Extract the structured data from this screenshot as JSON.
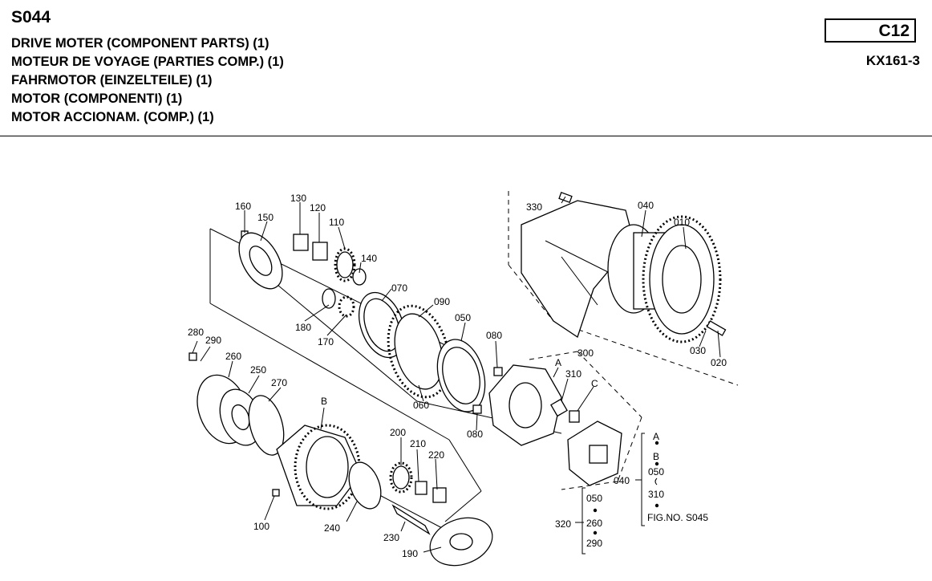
{
  "header": {
    "code": "S044",
    "titles": [
      "DRIVE MOTER (COMPONENT PARTS) (1)",
      "MOTEUR DE VOYAGE (PARTIES COMP.) (1)",
      "FAHRMOTOR (EINZELTEILE) (1)",
      "MOTOR (COMPONENTI) (1)",
      "MOTOR ACCIONAM. (COMP.) (1)"
    ],
    "badge": "C12",
    "model": "KX161-3"
  },
  "callouts": {
    "p010": "010",
    "p020": "020",
    "p030": "030",
    "p040": "040",
    "p040b": "040",
    "p050": "050",
    "p060": "060",
    "p070": "070",
    "p080a": "080",
    "p080b": "080",
    "p090": "090",
    "p100": "100",
    "p110": "110",
    "p120": "120",
    "p130": "130",
    "p140": "140",
    "p150": "150",
    "p160": "160",
    "p170": "170",
    "p180": "180",
    "p190": "190",
    "p200": "200",
    "p210": "210",
    "p220": "220",
    "p230": "230",
    "p240": "240",
    "p250": "250",
    "p260": "260",
    "p270": "270",
    "p280": "280",
    "p290": "290",
    "p300": "300",
    "p310": "310",
    "p320": "320",
    "p330": "330",
    "markA": "A",
    "markB": "B",
    "markC": "C"
  },
  "legend_040": {
    "label": "040",
    "items": [
      "A",
      "B",
      "050",
      "310"
    ],
    "fig_ref": "FIG.NO. S045"
  },
  "legend_320": {
    "label": "320",
    "items": [
      "050",
      "260",
      "290"
    ]
  }
}
